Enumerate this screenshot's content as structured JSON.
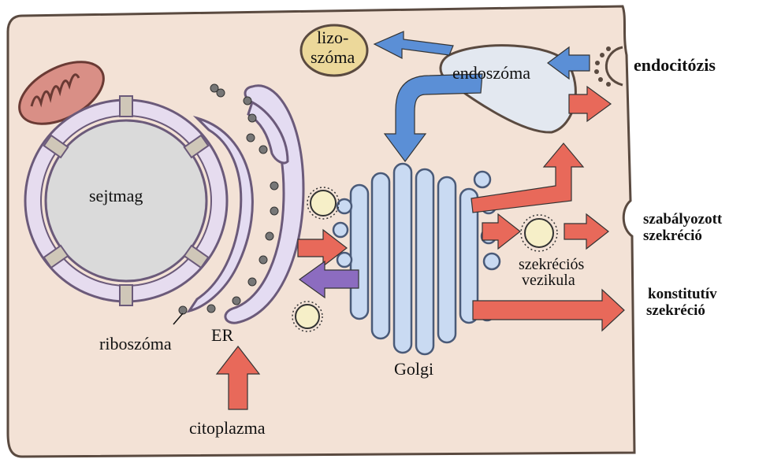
{
  "labels": {
    "nucleus": "sejtmag",
    "ribosome": "riboszóma",
    "er": "ER",
    "cytoplasm": "citoplazma",
    "golgi": "Golgi",
    "lysosome_line1": "lizo-",
    "lysosome_line2": "szóma",
    "endosome": "endoszóma",
    "endocytosis": "endocitózis",
    "regulated_line1": "szabályozott",
    "regulated_line2": "szekréció",
    "vesicle_line1": "szekréciós",
    "vesicle_line2": "vezikula",
    "constitutive_line1": "konstitutív",
    "constitutive_line2": "szekréció"
  },
  "colors": {
    "cell_fill": "#f3e2d6",
    "cell_stroke": "#5a4a40",
    "nucleus_fill": "#dadada",
    "envelope_fill": "#e6dcef",
    "er_fill": "#e4dcf2",
    "golgi_fill": "#c9daf2",
    "lysosome_fill": "#ecd89a",
    "endosome_fill": "#e3e8f0",
    "mito_fill": "#d98f86",
    "arrow_red": "#e8695a",
    "arrow_blue": "#5b8fd6",
    "arrow_purple": "#8c6cc0",
    "vesicle_fill": "#f6efc8"
  }
}
